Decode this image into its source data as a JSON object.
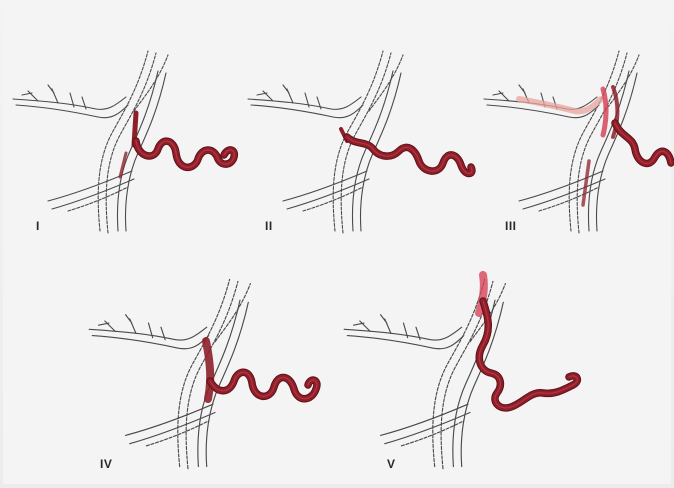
{
  "figure": {
    "panels": [
      {
        "label": "I",
        "variant": "low"
      },
      {
        "label": "II",
        "variant": "mid"
      },
      {
        "label": "III",
        "variant": "double"
      },
      {
        "label": "IV",
        "variant": "long"
      },
      {
        "label": "V",
        "variant": "high"
      }
    ]
  },
  "colors": {
    "vessel_line": "#4a4a4a",
    "vessel_fill": "#f7f7f7",
    "artery": "#8e1f29",
    "artery_dark": "#5e1119",
    "highlight": "#d6455a",
    "branch_tint": "#e9a49c"
  }
}
